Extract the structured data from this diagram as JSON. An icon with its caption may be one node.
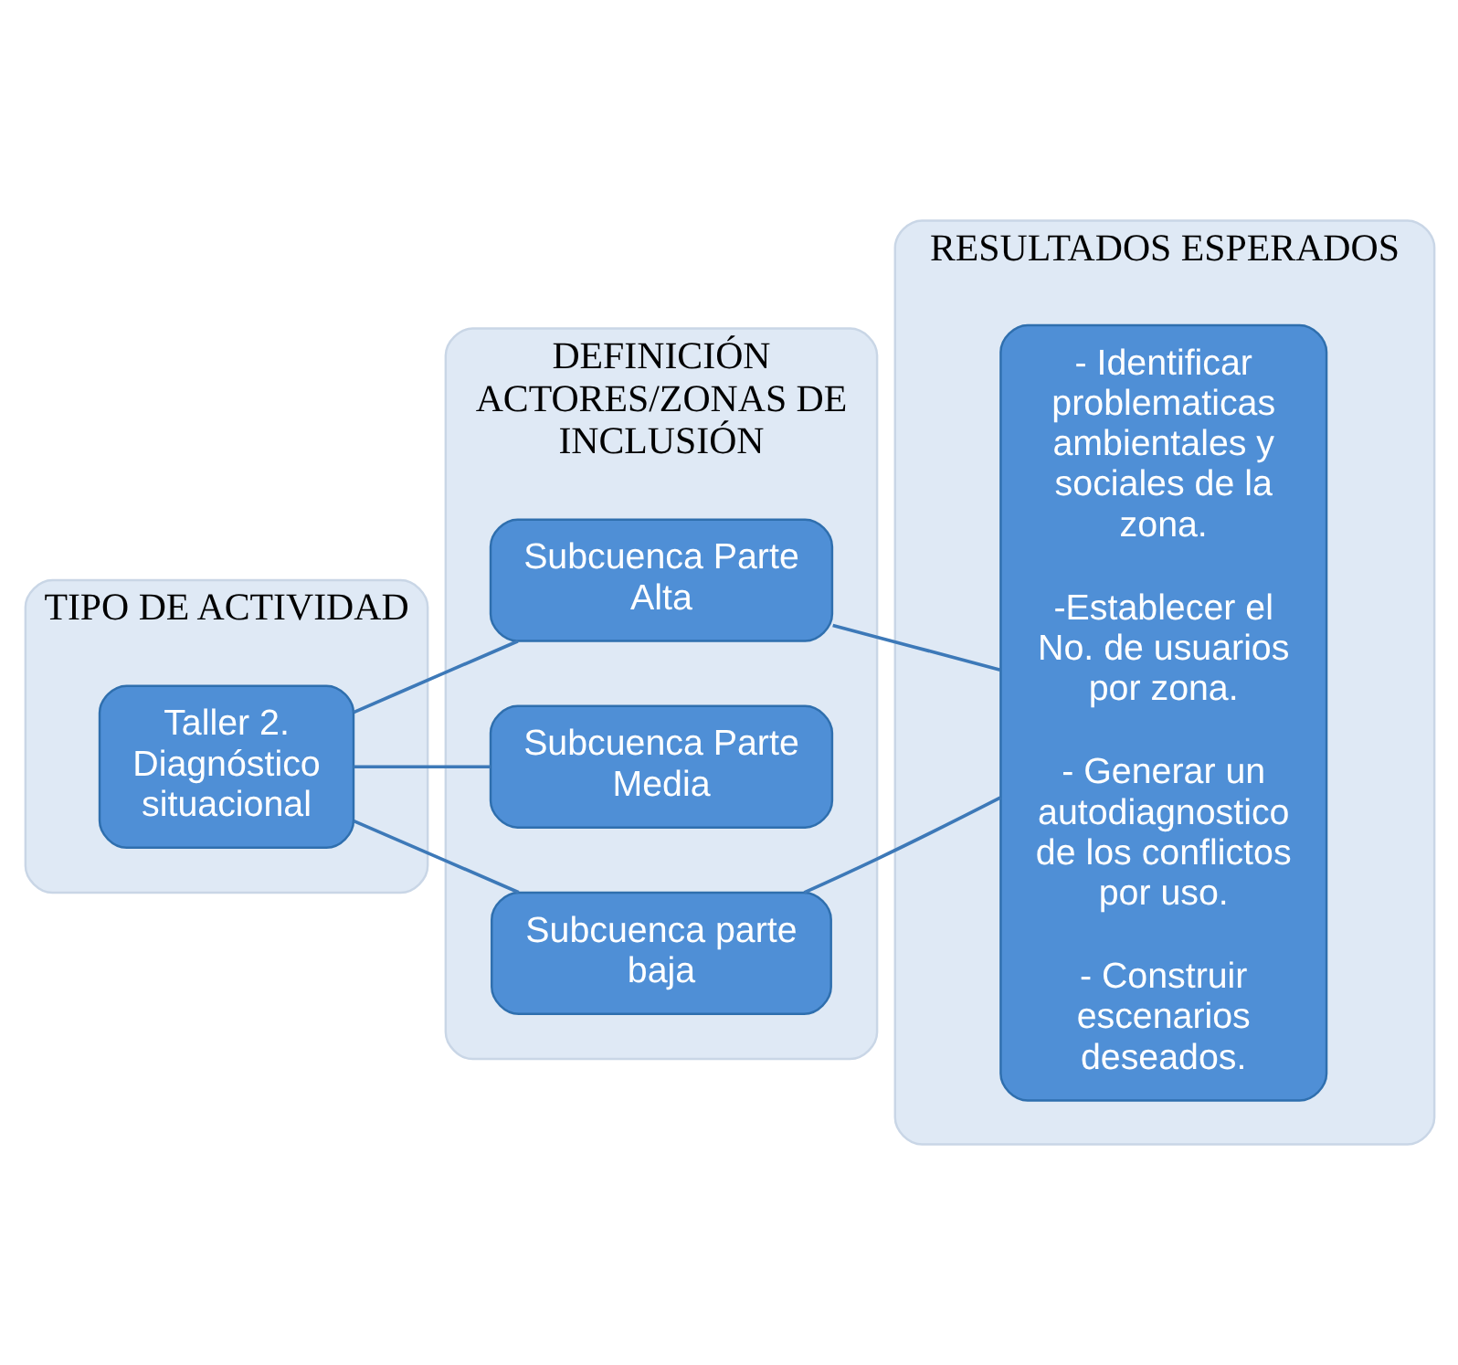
{
  "diagram": {
    "nodes": [
      {
        "text": [
          "TIPO DE ACTIVIDAD"
        ]
      },
      {
        "text": [
          "DEFINICIÓN ACTORES/ZONAS DE INCLUSIÓN"
        ]
      },
      {
        "text": [
          "RESULTADOS ESPERADOS"
        ]
      },
      {
        "text": [
          "Taller 2. Diagnóstico situacional"
        ],
        "in": 0
      },
      {
        "text": [
          "Subcuenca Parte Alta"
        ],
        "in": 1
      },
      {
        "text": [
          "Subcuenca Parte Media"
        ],
        "in": 1
      },
      {
        "text": [
          "Subcuenca parte baja"
        ],
        "in": 1
      },
      {
        "text": [
          "- Identificar problematicas ambientales y sociales de la zona.",
          "-Establecer el No. de usuarios por zona.",
          "- Generar un autodiagnostico de los conflictos por uso.",
          "- Construir escenarios deseados."
        ],
        "in": 2
      }
    ],
    "edges": [
      {
        "from": 3,
        "to": 4,
        "arrow": "none"
      },
      {
        "from": 3,
        "to": 5,
        "arrow": "none"
      },
      {
        "from": 3,
        "to": 6,
        "arrow": "none"
      },
      {
        "from": 4,
        "to": 7,
        "arrow": "none"
      },
      {
        "from": 6,
        "to": 7,
        "arrow": "none"
      }
    ]
  }
}
